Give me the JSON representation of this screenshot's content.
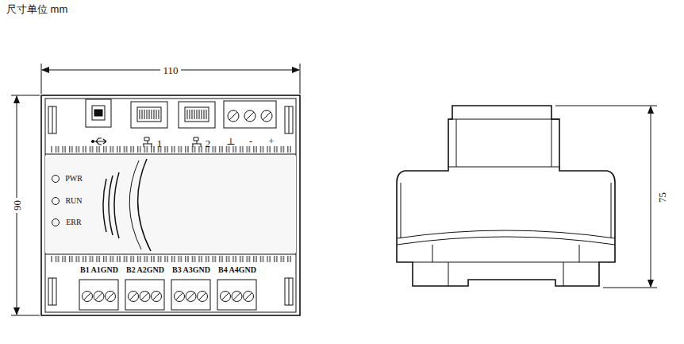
{
  "diagram": {
    "title": "尺寸单位 mm",
    "labels": [
      "110",
      "90",
      "75",
      "1",
      "2",
      "⊥",
      "-",
      "+",
      "PWR",
      "RUN",
      "ERR",
      "B1 A1GND",
      "B2 A2GND",
      "B3 A3GND",
      "B4 A4GND"
    ]
  }
}
